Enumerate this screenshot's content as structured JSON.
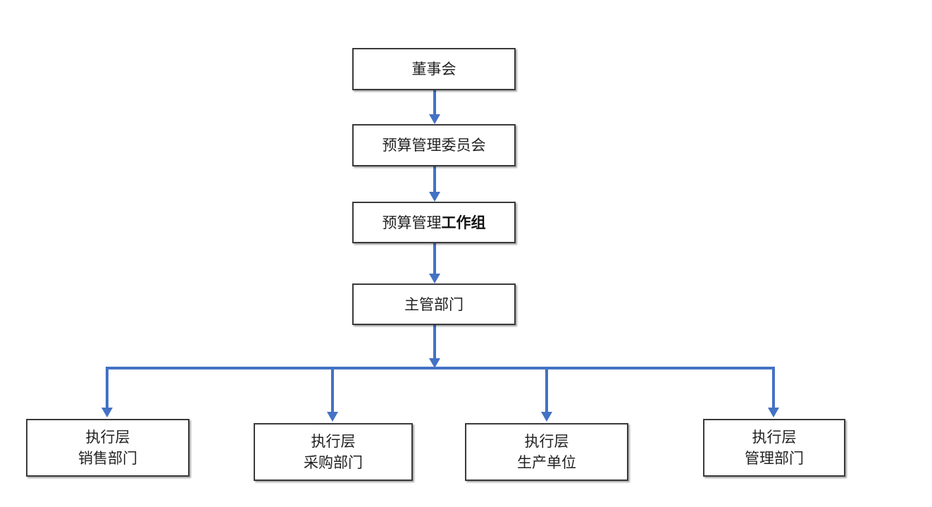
{
  "diagram": {
    "accent_color": "#4472c4",
    "nodes": {
      "board": {
        "label": "董事会"
      },
      "budget_committee": {
        "label": "预算管理委员会"
      },
      "budget_working_group": {
        "label_regular": "预算管理",
        "label_bold": "工作组"
      },
      "competent_department": {
        "label": "主管部门"
      },
      "exec_sales": {
        "line1": "执行层",
        "line2": "销售部门"
      },
      "exec_procurement": {
        "line1": "执行层",
        "line2": "采购部门"
      },
      "exec_production": {
        "line1": "执行层",
        "line2": "生产单位"
      },
      "exec_management": {
        "line1": "执行层",
        "line2": "管理部门"
      }
    }
  }
}
